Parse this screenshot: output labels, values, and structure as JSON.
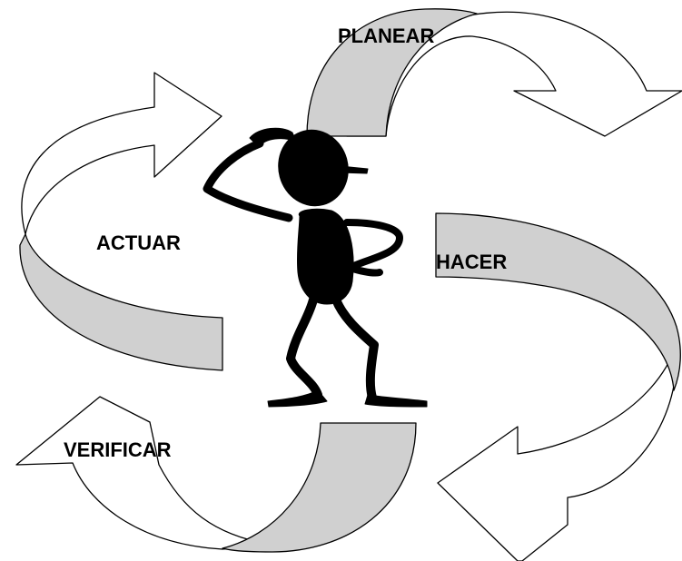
{
  "cycle": {
    "steps": [
      {
        "id": "plan",
        "label": "PLANEAR"
      },
      {
        "id": "do",
        "label": "HACER"
      },
      {
        "id": "check",
        "label": "VERIFICAR"
      },
      {
        "id": "act",
        "label": "ACTUAR"
      }
    ]
  },
  "colors": {
    "arrow_fill": "#d0d0d0",
    "outline": "#000000",
    "background": "#ffffff"
  },
  "figure": {
    "icon": "thinking-man-icon"
  }
}
